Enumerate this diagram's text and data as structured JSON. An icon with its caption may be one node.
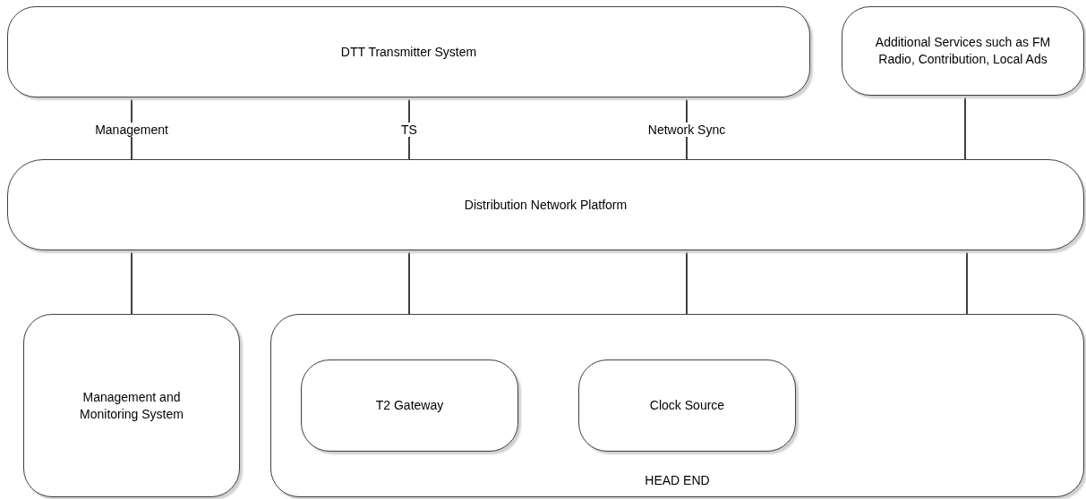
{
  "diagram": {
    "nodes": [
      {
        "text": [
          "DTT Transmitter System"
        ]
      },
      {
        "text": [
          "Additional Services such as FM Radio, Contribution, Local Ads"
        ]
      },
      {
        "text": [
          "Distribution Network Platform"
        ]
      },
      {
        "text": [
          "Management and Monitoring System"
        ]
      },
      {
        "text": [
          "HEAD END"
        ]
      },
      {
        "text": [
          "T2 Gateway"
        ],
        "in": 4
      },
      {
        "text": [
          "Clock Source"
        ],
        "in": 4
      }
    ],
    "edges": [
      {
        "from": 0,
        "to": 2,
        "arrow": "none",
        "label": "Management"
      },
      {
        "from": 0,
        "to": 2,
        "arrow": "none",
        "label": "TS"
      },
      {
        "from": 0,
        "to": 2,
        "arrow": "none",
        "label": "Network Sync"
      },
      {
        "from": 1,
        "to": 2,
        "arrow": "none"
      },
      {
        "from": 2,
        "to": 3,
        "arrow": "none"
      },
      {
        "from": 2,
        "to": 5,
        "arrow": "none"
      },
      {
        "from": 2,
        "to": 6,
        "arrow": "none"
      },
      {
        "from": 2,
        "to": 4,
        "arrow": "none"
      }
    ]
  }
}
